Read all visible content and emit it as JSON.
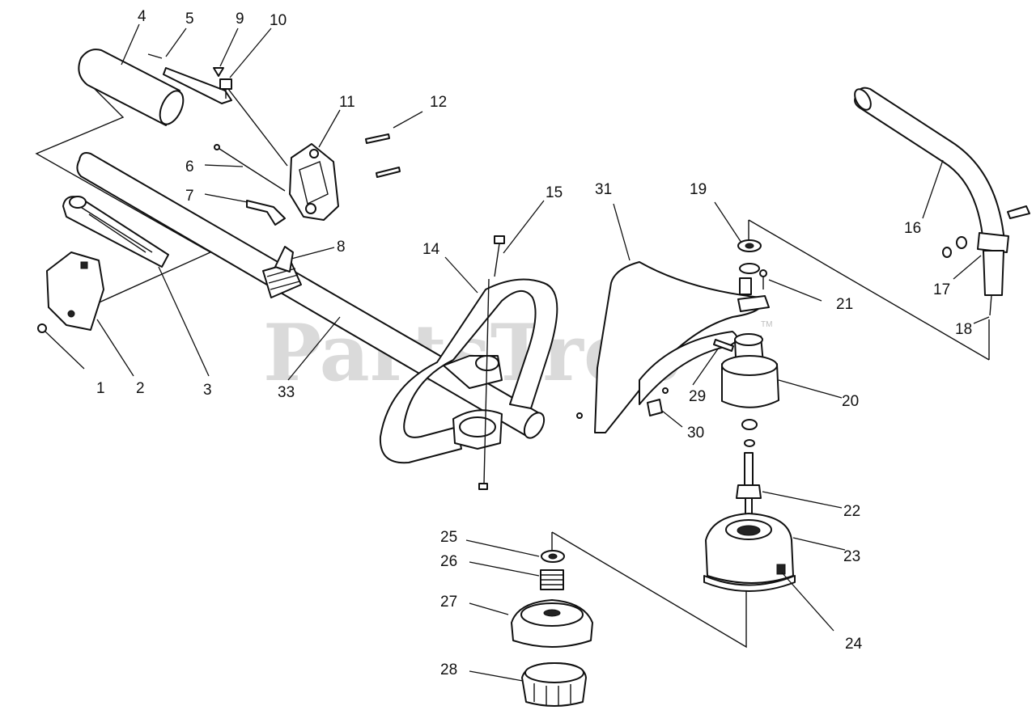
{
  "watermark": {
    "text": "PartsTree",
    "trademark": "TM"
  },
  "colors": {
    "line": "#111111",
    "watermark": "#bdbdbd",
    "background": "#ffffff"
  },
  "labels": [
    "1",
    "2",
    "3",
    "4",
    "5",
    "6",
    "7",
    "8",
    "9",
    "10",
    "11",
    "12",
    "14",
    "15",
    "16",
    "17",
    "18",
    "19",
    "20",
    "21",
    "22",
    "23",
    "24",
    "25",
    "26",
    "27",
    "28",
    "29",
    "30",
    "31",
    "33"
  ]
}
